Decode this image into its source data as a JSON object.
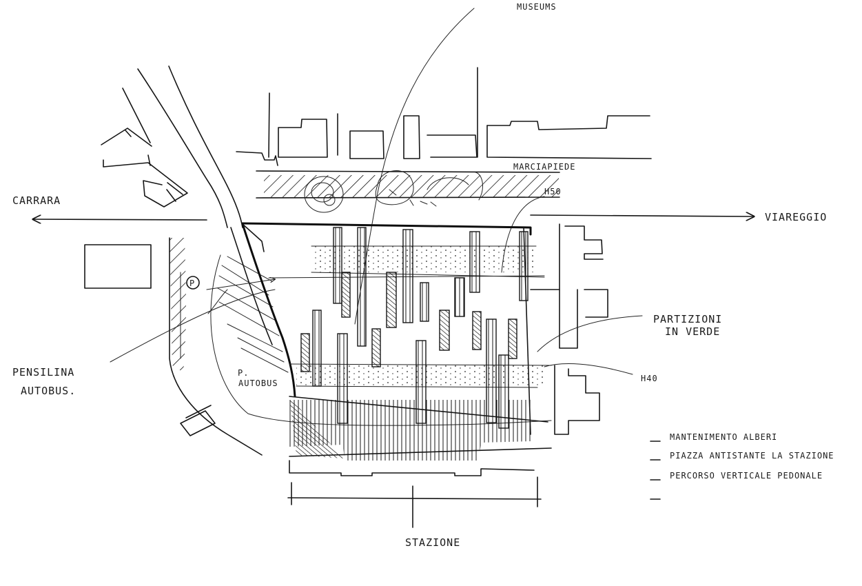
{
  "labels": {
    "carrara": "CARRARA",
    "viareggio": "VIAREGGIO",
    "museum": "MUSEUMS",
    "marciapiede": "MARCIAPIEDE",
    "h50_top": "H50",
    "h40": "H40",
    "parking": "P",
    "p_autobus_line1": "P.",
    "p_autobus_line2": "AUTOBUS",
    "capolinea_line1": "PENSILINA",
    "capolinea_line2": "AUTOBUS.",
    "partizioni_line1": "PARTIZIONI",
    "partizioni_line2": "IN VERDE",
    "stazione": "STAZIONE"
  },
  "legend": {
    "items": [
      "MANTENIMENTO ALBERI",
      "PIAZZA ANTISTANTE LA STAZIONE",
      "PERCORSO VERTICALE PEDONALE",
      ""
    ]
  }
}
